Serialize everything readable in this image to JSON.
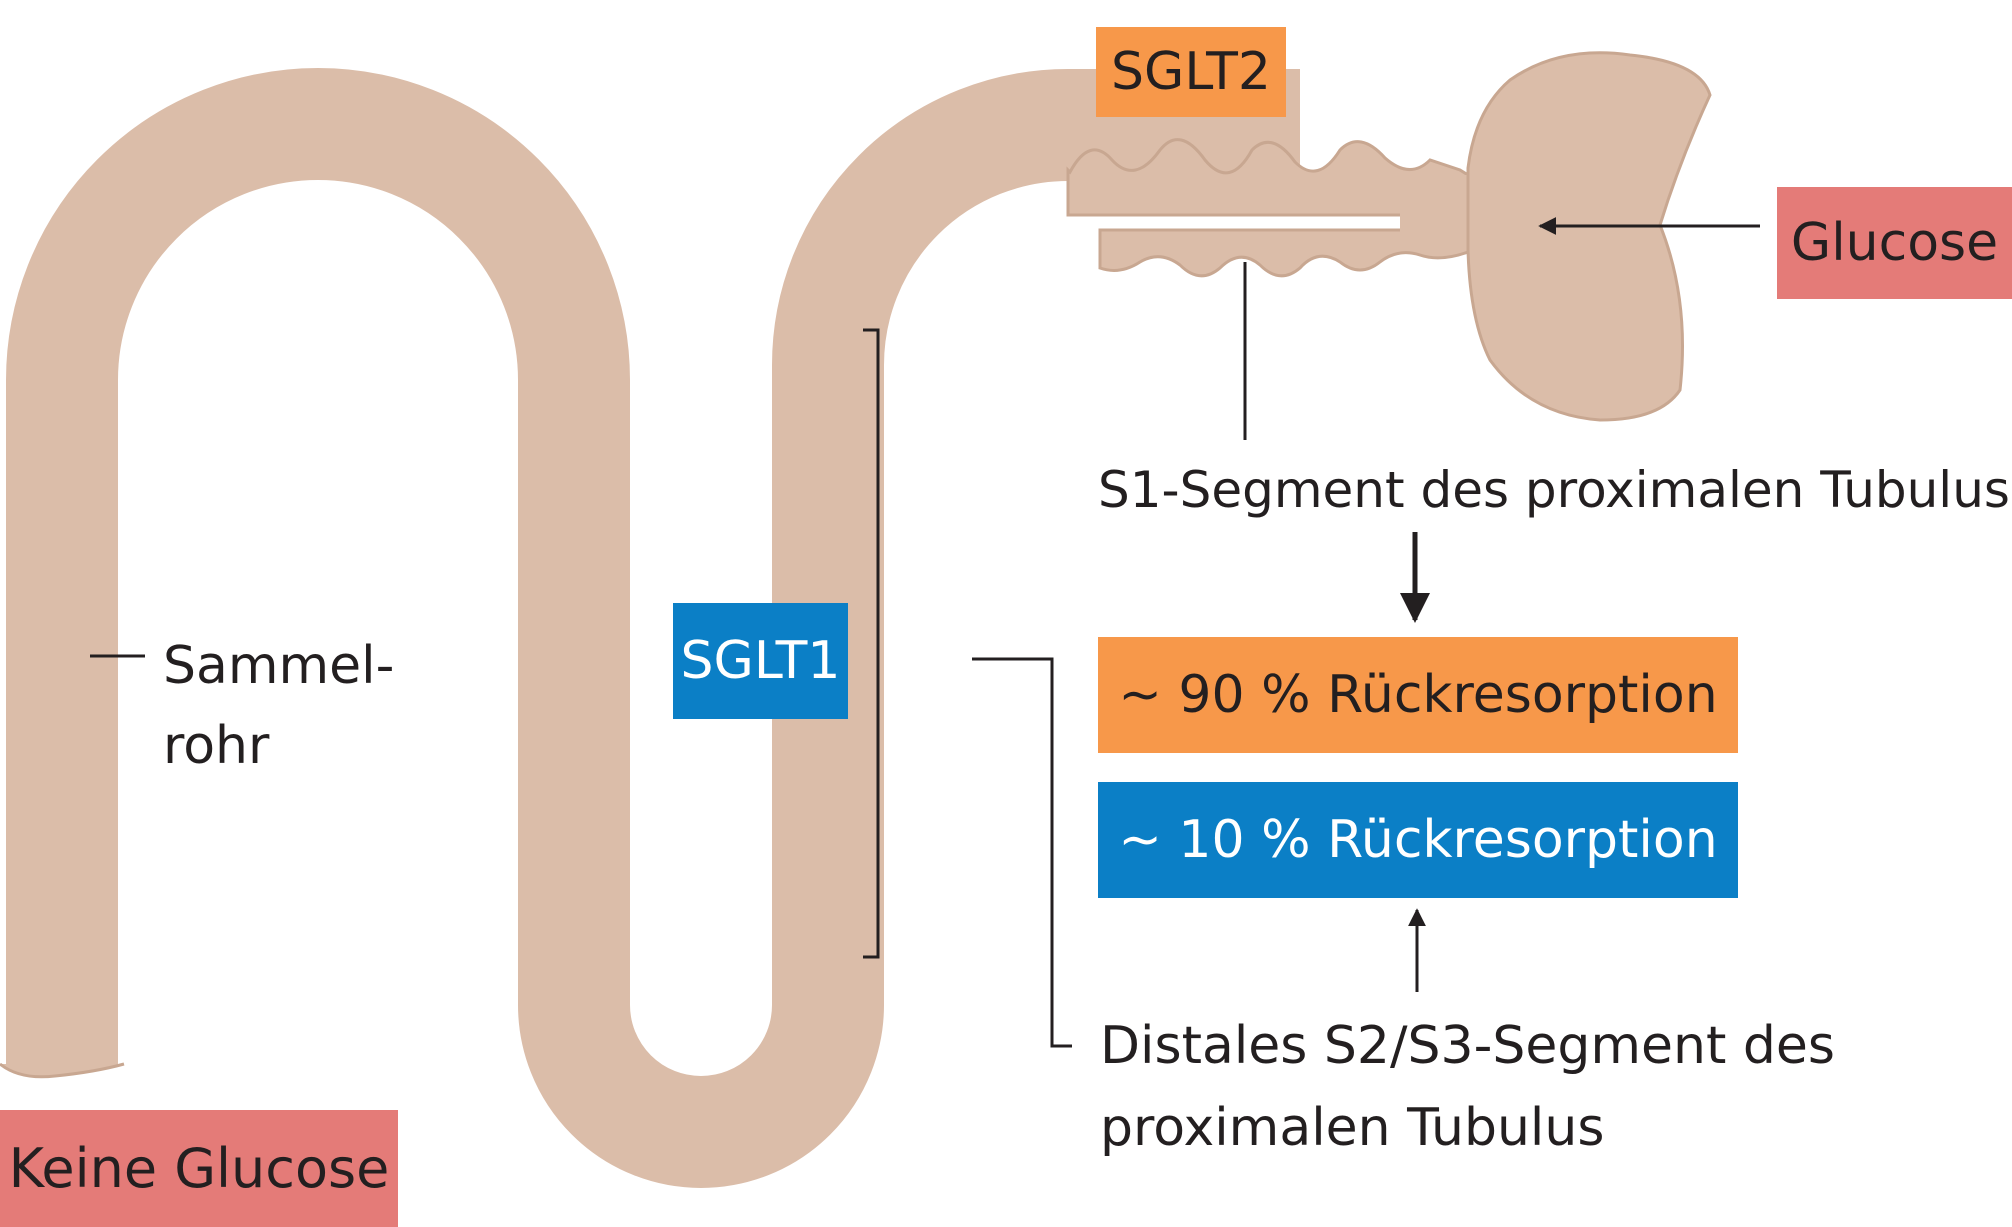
{
  "labels": {
    "sglt2": "SGLT2",
    "sglt1": "SGLT1",
    "glucose": "Glucose",
    "no_glucose": "Keine Glucose",
    "collecting_duct_line1": "Sammel-",
    "collecting_duct_line2": "rohr",
    "s1_segment": "S1-Segment des proximalen Tubulus",
    "reabsorption_90": "~ 90 % Rückresorption",
    "reabsorption_10": "~ 10 % Rückresorption",
    "distal_line1": "Distales S2/S3-Segment des",
    "distal_line2": "proximalen Tubulus"
  },
  "colors": {
    "tubule_fill": "#dbbda9",
    "tubule_stroke": "#c8a791",
    "sglt2_box": "#f7984a",
    "sglt1_box": "#0b7fc6",
    "glucose_box": "#e47b78",
    "text_dark": "#231f20",
    "text_light": "#ffffff",
    "line": "#231f20"
  }
}
